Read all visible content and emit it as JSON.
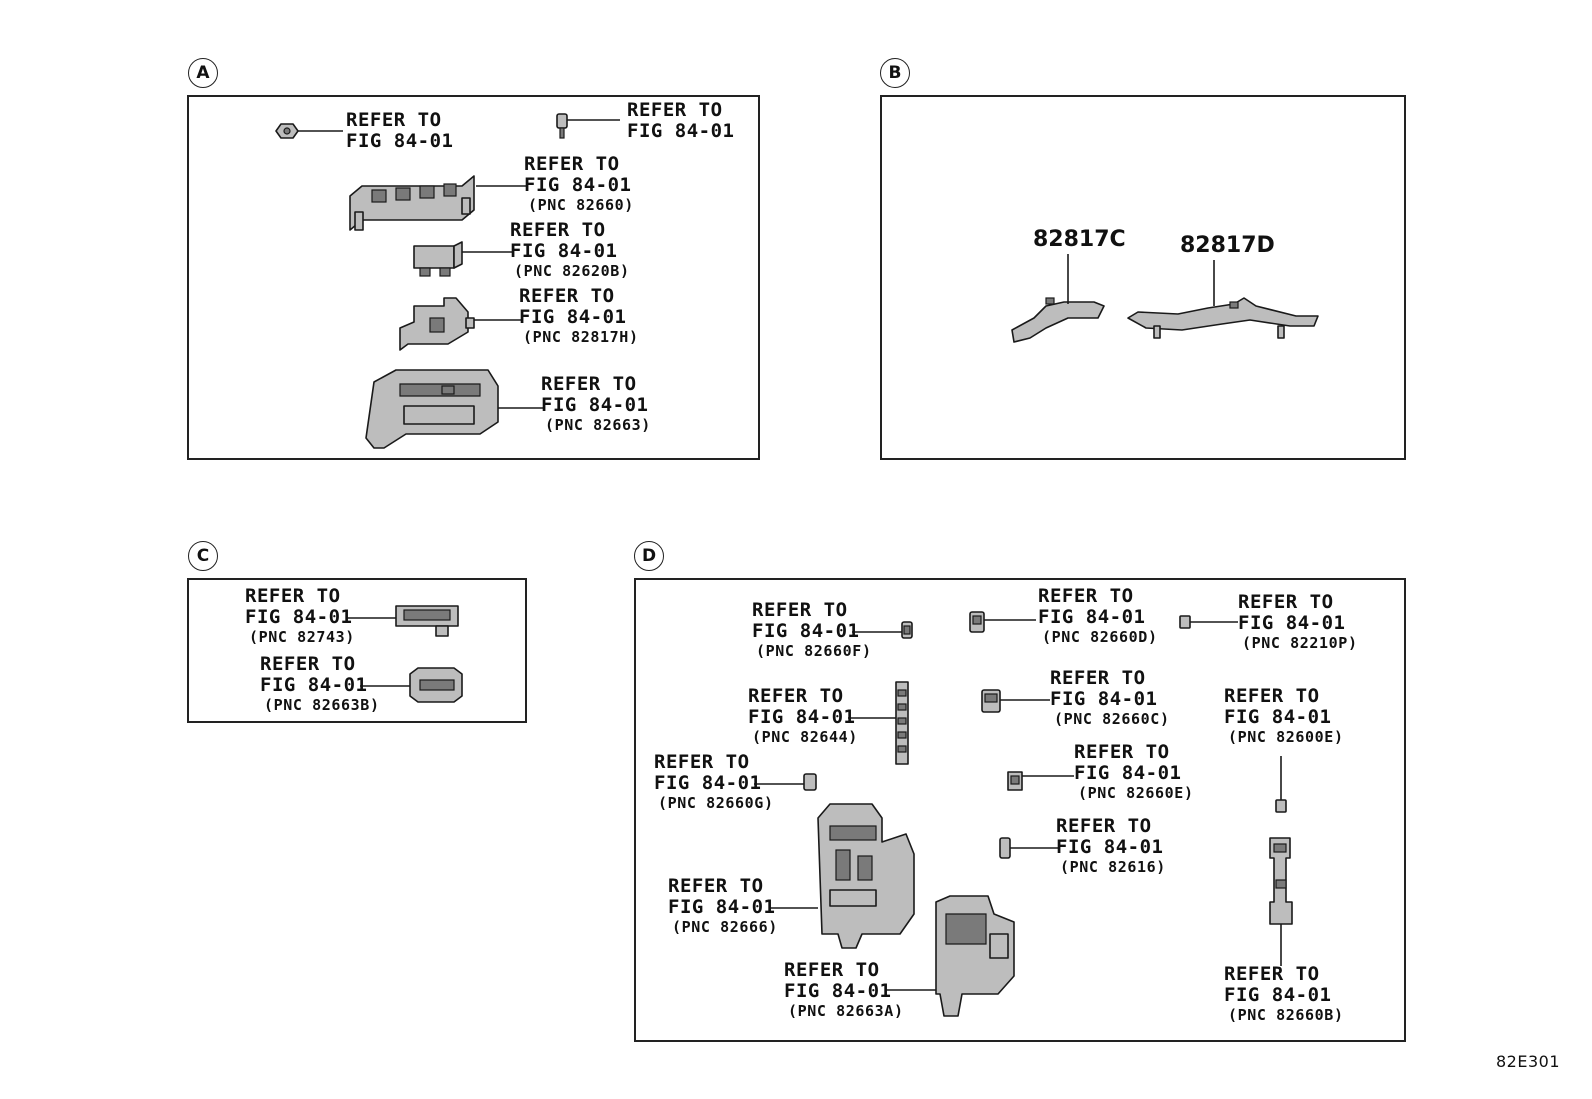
{
  "panels": {
    "a": {
      "letter": "A"
    },
    "b": {
      "letter": "B"
    },
    "c": {
      "letter": "C"
    },
    "d": {
      "letter": "D"
    }
  },
  "callouts": {
    "a1": {
      "line1": "REFER TO",
      "line2": "FIG 84-01",
      "pnc": ""
    },
    "a2": {
      "line1": "REFER TO",
      "line2": "FIG 84-01",
      "pnc": ""
    },
    "a3": {
      "line1": "REFER TO",
      "line2": "FIG 84-01",
      "pnc": "(PNC 82660)"
    },
    "a4": {
      "line1": "REFER TO",
      "line2": "FIG 84-01",
      "pnc": "(PNC 82620B)"
    },
    "a5": {
      "line1": "REFER TO",
      "line2": "FIG 84-01",
      "pnc": "(PNC 82817H)"
    },
    "a6": {
      "line1": "REFER TO",
      "line2": "FIG 84-01",
      "pnc": "(PNC 82663)"
    },
    "c1": {
      "line1": "REFER TO",
      "line2": "FIG 84-01",
      "pnc": "(PNC 82743)"
    },
    "c2": {
      "line1": "REFER TO",
      "line2": "FIG 84-01",
      "pnc": "(PNC 82663B)"
    },
    "d1": {
      "line1": "REFER TO",
      "line2": "FIG 84-01",
      "pnc": "(PNC 82660F)"
    },
    "d2": {
      "line1": "REFER TO",
      "line2": "FIG 84-01",
      "pnc": "(PNC 82660D)"
    },
    "d3": {
      "line1": "REFER TO",
      "line2": "FIG 84-01",
      "pnc": "(PNC 82210P)"
    },
    "d4": {
      "line1": "REFER TO",
      "line2": "FIG 84-01",
      "pnc": "(PNC 82644)"
    },
    "d5": {
      "line1": "REFER TO",
      "line2": "FIG 84-01",
      "pnc": "(PNC 82660C)"
    },
    "d6": {
      "line1": "REFER TO",
      "line2": "FIG 84-01",
      "pnc": "(PNC 82600E)"
    },
    "d7": {
      "line1": "REFER TO",
      "line2": "FIG 84-01",
      "pnc": "(PNC 82660G)"
    },
    "d8": {
      "line1": "REFER TO",
      "line2": "FIG 84-01",
      "pnc": "(PNC 82660E)"
    },
    "d9": {
      "line1": "REFER TO",
      "line2": "FIG 84-01",
      "pnc": "(PNC 82616)"
    },
    "d10": {
      "line1": "REFER TO",
      "line2": "FIG 84-01",
      "pnc": "(PNC 82666)"
    },
    "d11": {
      "line1": "REFER TO",
      "line2": "FIG 84-01",
      "pnc": "(PNC 82663A)"
    },
    "d12": {
      "line1": "REFER TO",
      "line2": "FIG 84-01",
      "pnc": "(PNC 82660B)"
    }
  },
  "part_numbers": {
    "b1": "82817C",
    "b2": "82817D"
  },
  "figure_code": "82E301"
}
